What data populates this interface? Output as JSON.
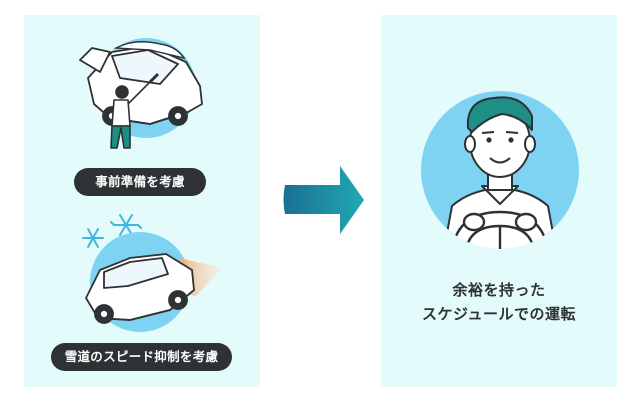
{
  "left": {
    "steps": [
      {
        "label": "事前準備を考慮"
      },
      {
        "label": "雪道のスピード抑制を考慮"
      }
    ]
  },
  "right": {
    "caption_line1": "余裕を持った",
    "caption_line2": "スケジュールでの運転"
  },
  "colors": {
    "panel_bg": "#e3fbfa",
    "circle_blue": "#7fd3f2",
    "pill_bg": "#2e3234",
    "arrow_start": "#1b6f93",
    "arrow_end": "#1fa7b1",
    "hair_green": "#1e8f86",
    "snowflake": "#3fb6e0"
  },
  "icons": [
    "car-with-snow-icon",
    "person-brushing-car-icon",
    "snowflake-icon",
    "car-driving-snow-icon",
    "arrow-right-icon",
    "driver-smiling-icon",
    "steering-wheel-icon"
  ]
}
